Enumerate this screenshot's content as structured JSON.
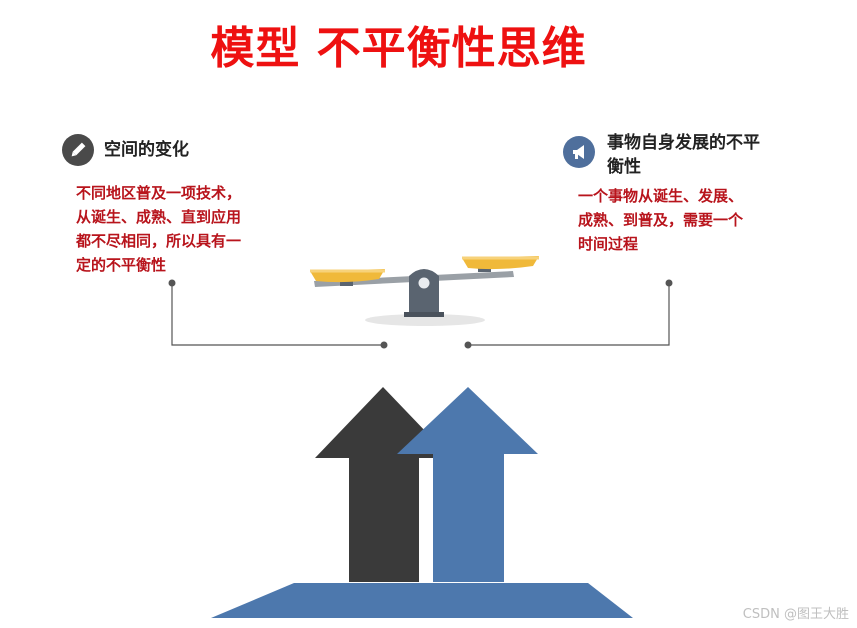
{
  "title": "模型 不平衡性思维",
  "left": {
    "heading": "空间的变化",
    "body": "不同地区普及一项技术，\n从诞生、成熟、直到应用\n都不尽相同，所以具有一\n定的不平衡性",
    "icon": "pencil-icon"
  },
  "right": {
    "heading": "事物自身发展的不平\n衡性",
    "body": "一个事物从诞生、发展、\n成熟、到普及，需要一个\n时间过程",
    "icon": "megaphone-icon"
  },
  "watermark": "CSDN @图王大胜",
  "colors": {
    "title": "#ee1111",
    "body_text": "#b8141c",
    "arrow_dark": "#3a3a3a",
    "arrow_blue": "#4d78ad",
    "pan": "#f0b93a",
    "scale_body": "#5a6470",
    "icon_left": "#4a4a4a",
    "icon_right": "#4f6f9c"
  }
}
